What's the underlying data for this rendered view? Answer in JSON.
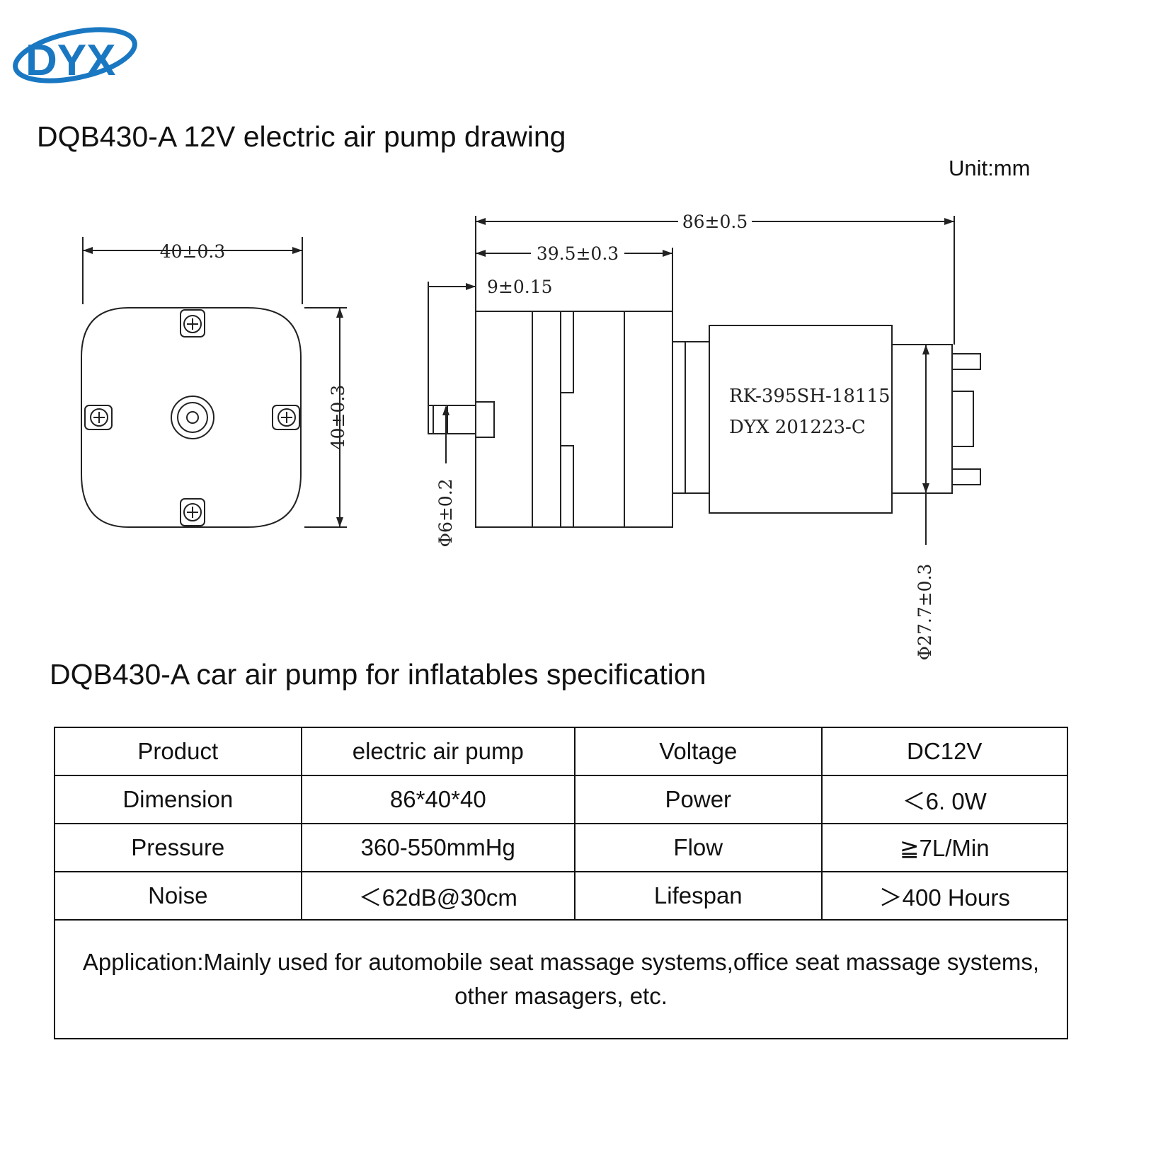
{
  "logo": {
    "text": "DYX",
    "color": "#1a78c2"
  },
  "drawing_title": "DQB430-A 12V electric air pump drawing",
  "unit_label": "Unit:mm",
  "dimensions": {
    "front_width": "40±0.3",
    "front_height": "40±0.3",
    "total_length": "86±0.5",
    "pump_head_length": "39.5±0.3",
    "nozzle_length": "9±0.15",
    "nozzle_diameter": "Φ6±0.2",
    "motor_diameter": "Φ27.7±0.3"
  },
  "motor_label": {
    "model": "RK-395SH-18115",
    "code": "DYX 201223-C"
  },
  "spec_title": "DQB430-A car air pump for inflatables specification",
  "spec_table": {
    "rows": [
      [
        "Product",
        "electric air pump",
        "Voltage",
        "DC12V"
      ],
      [
        "Dimension",
        "86*40*40",
        "Power",
        "＜6. 0W"
      ],
      [
        "Pressure",
        "360-550mmHg",
        "Flow",
        "≧7L/Min"
      ],
      [
        "Noise",
        "＜62dB@30cm",
        "Lifespan",
        "＞400 Hours"
      ]
    ],
    "application": "Application:Mainly used for automobile seat massage systems,office seat massage systems, other masagers, etc."
  }
}
